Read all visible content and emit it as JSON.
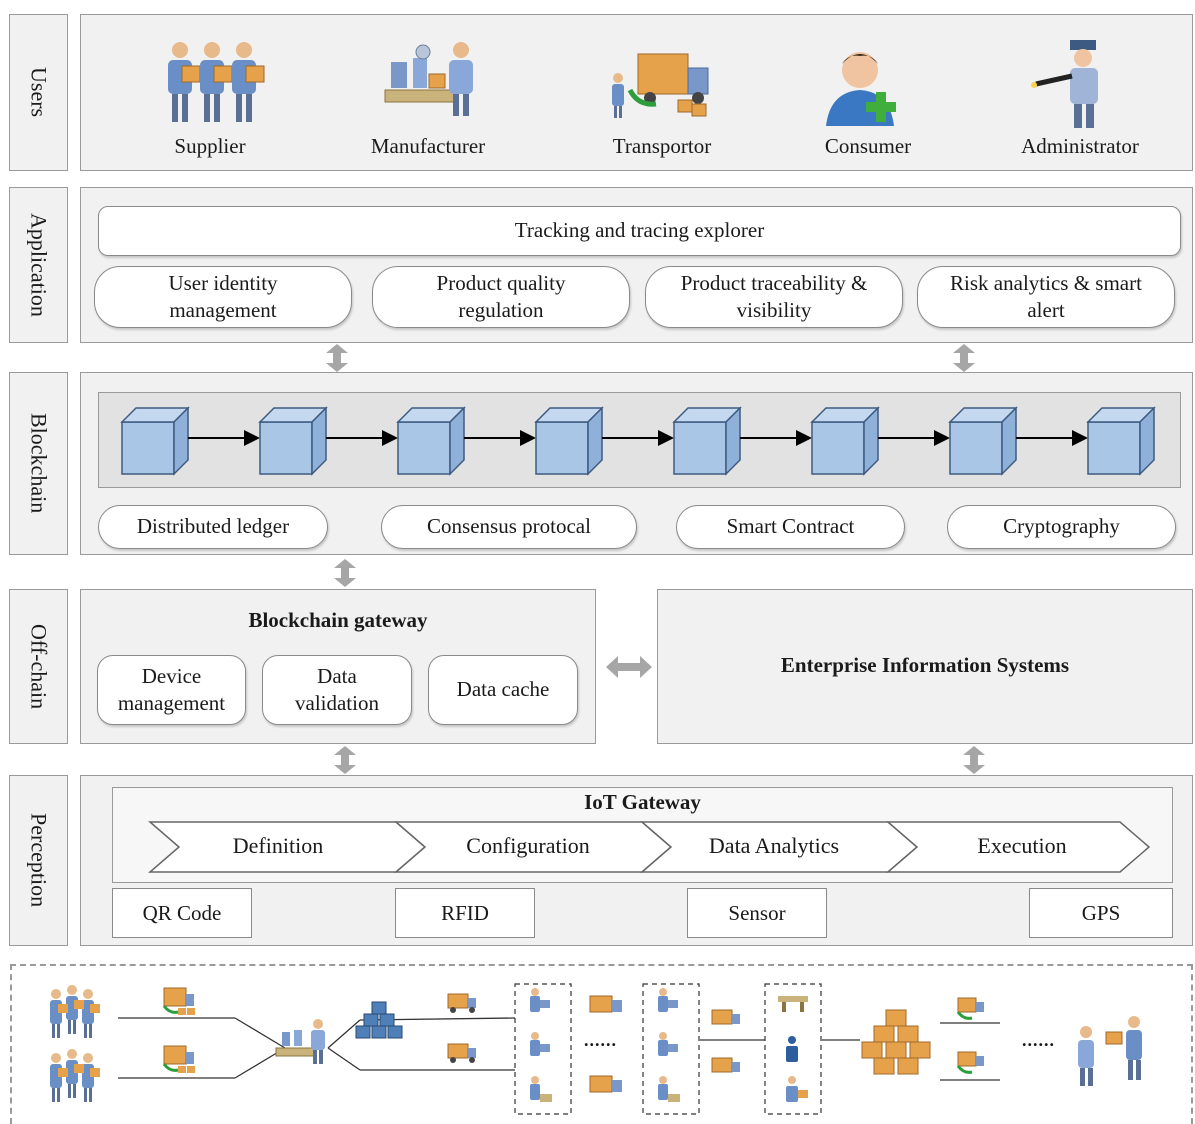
{
  "layers": {
    "users": "Users",
    "application": "Application",
    "blockchain": "Blockchain",
    "offchain": "Off-chain",
    "perception": "Perception"
  },
  "users": [
    {
      "label": "Supplier",
      "icon": "supplier-icon"
    },
    {
      "label": "Manufacturer",
      "icon": "manufacturer-icon"
    },
    {
      "label": "Transportor",
      "icon": "transportor-icon"
    },
    {
      "label": "Consumer",
      "icon": "consumer-icon"
    },
    {
      "label": "Administrator",
      "icon": "administrator-icon"
    }
  ],
  "application": {
    "explorer": "Tracking and tracing explorer",
    "modules": [
      {
        "line1": "User identity",
        "line2": "management"
      },
      {
        "line1": "Product quality",
        "line2": "regulation"
      },
      {
        "line1": "Product traceability &",
        "line2": "visibility"
      },
      {
        "line1": "Risk analytics & smart",
        "line2": "alert"
      }
    ]
  },
  "blockchain": {
    "components": [
      "Distributed ledger",
      "Consensus protocal",
      "Smart Contract",
      "Cryptography"
    ]
  },
  "offchain": {
    "gateway_title": "Blockchain gateway",
    "gateway_items": [
      {
        "line1": "Device",
        "line2": "management"
      },
      {
        "line1": "Data",
        "line2": "validation"
      },
      {
        "line1": "Data cache",
        "line2": ""
      }
    ],
    "eis": "Enterprise Information Systems"
  },
  "perception": {
    "gateway_title": "IoT Gateway",
    "stages": [
      "Definition",
      "Configuration",
      "Data Analytics",
      "Execution"
    ],
    "devices": [
      "QR Code",
      "RFID",
      "Sensor",
      "GPS"
    ]
  },
  "supply_chain": {
    "ellipsis_1": "......",
    "ellipsis_2": "......",
    "ellipsis_3": "......"
  },
  "colors": {
    "panel_bg": "#f1f1f1",
    "panel_border": "#9a9a9a",
    "block_fill": "#a9c6e6",
    "block_edge": "#3d5a80",
    "arrow_gray": "#a6a6a6"
  }
}
